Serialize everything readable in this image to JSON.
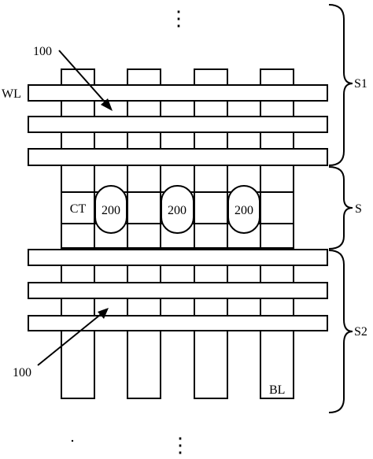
{
  "labels": {
    "wordline": "WL",
    "bitline": "BL",
    "contact": "CT",
    "ref_top": "100",
    "ref_bottom": "100",
    "element_1": "200",
    "element_2": "200",
    "element_3": "200",
    "brace_s1": "S1",
    "brace_s": "S",
    "brace_s2": "S2",
    "ellipsis": "⋮"
  },
  "colors": {
    "line": "#000000",
    "background": "#ffffff"
  }
}
